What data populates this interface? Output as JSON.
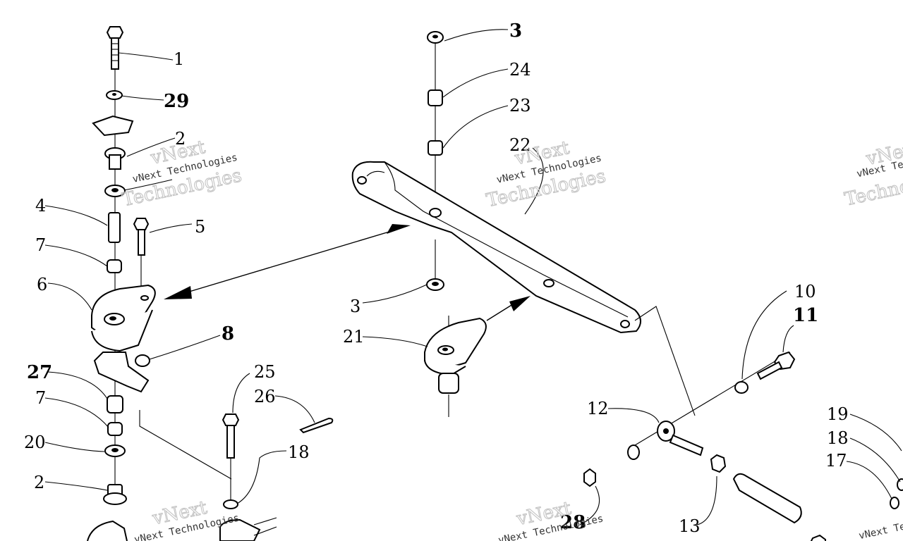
{
  "labels": {
    "p1": "1",
    "p29": "29",
    "p2a": "2",
    "p4": "4",
    "p5": "5",
    "p7a": "7",
    "p6": "6",
    "p8": "8",
    "p27": "27",
    "p7b": "7",
    "p20": "20",
    "p2b": "2",
    "p25": "25",
    "p26": "26",
    "p18a": "18",
    "p3a": "3",
    "p24": "24",
    "p23": "23",
    "p22": "22",
    "p3b": "3",
    "p21": "21",
    "p10": "10",
    "p11": "11",
    "p12": "12",
    "p13": "13",
    "p28": "28",
    "p19": "19",
    "p18b": "18",
    "p17": "17"
  },
  "watermark": {
    "brand": "vNext",
    "line": "vNext Technologies",
    "word": "Technologies"
  }
}
